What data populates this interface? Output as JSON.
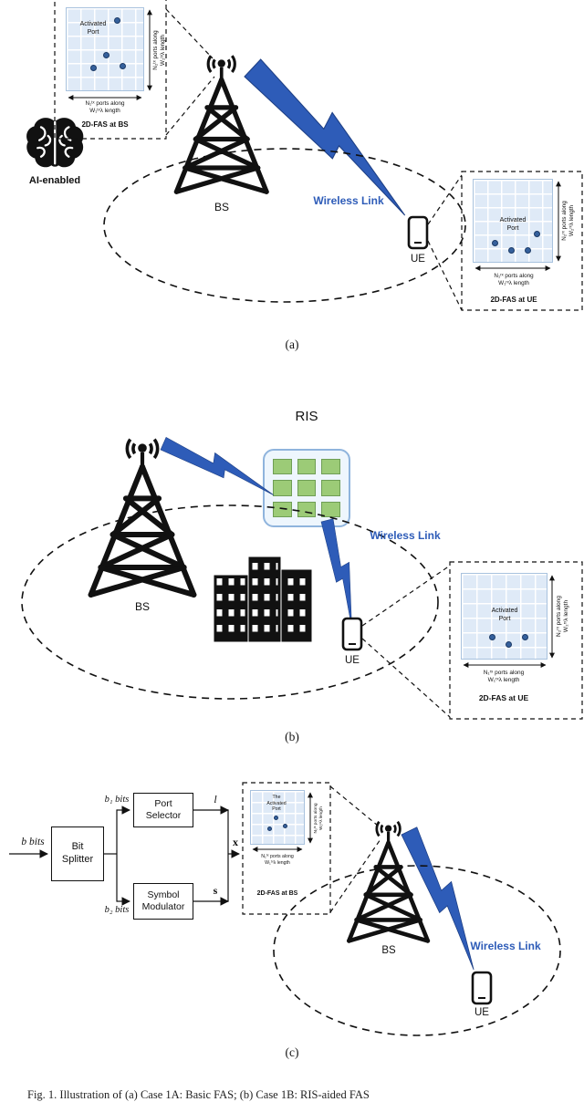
{
  "figure": {
    "caption": "Fig. 1.  Illustration of (a) Case 1A: Basic FAS; (b) Case 1B: RIS-aided FAS"
  },
  "colors": {
    "link_blue": "#2e5cb8",
    "grid_blue": "#dfeaf7",
    "ris_green": "#9ccb77",
    "dot_blue": "#35609c"
  },
  "panel_a": {
    "tag": "(a)",
    "ai_label": "AI-enabled",
    "bs_label": "BS",
    "ue_label": "UE",
    "wireless_link_label": "Wireless Link",
    "fas_bs": {
      "activated_port": "Activated\nPort",
      "v_label": "N₂ᵗˣ ports along\nW₂ᵗˣλ length",
      "h_label": "N₁ᵗˣ ports along\nW₁ᵗˣλ length",
      "title": "2D-FAS at BS"
    },
    "fas_ue": {
      "activated_port": "Activated\nPort",
      "v_label": "N₂ʳˣ ports along\nW₂ʳˣλ length",
      "h_label": "N₁ʳˣ ports along\nW₁ʳˣλ length",
      "title": "2D-FAS at UE"
    }
  },
  "panel_b": {
    "tag": "(b)",
    "ris_label": "RIS",
    "bs_label": "BS",
    "ue_label": "UE",
    "wireless_link_label": "Wireless Link",
    "fas_ue": {
      "activated_port": "Activated\nPort",
      "v_label": "N₂ʳˣ ports along\nW₂ʳˣλ length",
      "h_label": "N₁ʳˣ ports along\nW₁ʳˣλ length",
      "title": "2D-FAS at UE"
    }
  },
  "panel_c": {
    "tag": "(c)",
    "b_bits": "b bits",
    "b1_bits": "b₁ bits",
    "b2_bits": "b₂ bits",
    "bit_splitter": "Bit\nSplitter",
    "port_selector": "Port\nSelector",
    "symbol_modulator": "Symbol\nModulator",
    "l_label": "l",
    "s_label": "s",
    "x_label": "x",
    "bs_label": "BS",
    "ue_label": "UE",
    "wireless_link_label": "Wireless Link",
    "fas_bs": {
      "activated_port": "The\nActivated\nPort",
      "v_label": "N₂ᵗˣ ports along\nW₂ᵗˣλ length",
      "h_label": "N₁ᵗˣ ports along\nW₁ᵗˣλ length",
      "title": "2D-FAS at BS"
    }
  }
}
